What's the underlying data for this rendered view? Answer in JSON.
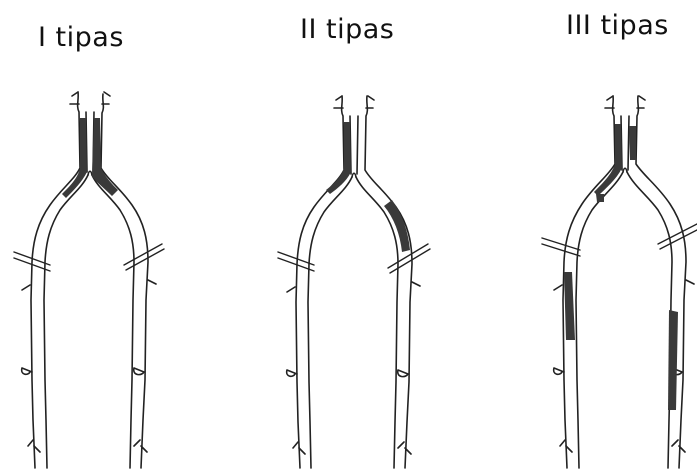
{
  "panels": [
    {
      "title": "I tipas"
    },
    {
      "title": "II tipas"
    },
    {
      "title": "III tipas"
    }
  ],
  "colors": {
    "ink": "#222222",
    "lesion": "#3a3a3a",
    "background": "#ffffff"
  }
}
